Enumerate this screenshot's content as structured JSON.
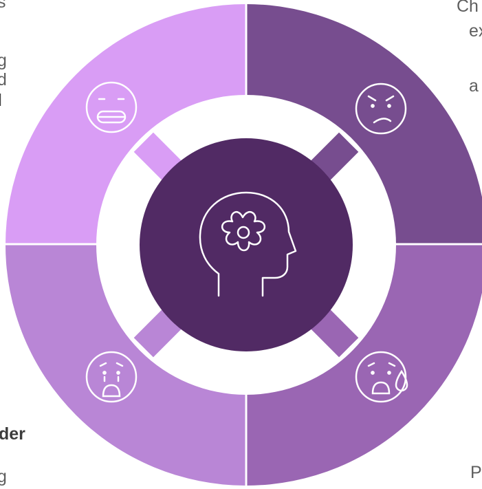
{
  "diagram": {
    "colors": {
      "top_left": "#d99df5",
      "top_right": "#774d8f",
      "bottom_right": "#9a66b3",
      "bottom_left": "#b986d6",
      "center": "#512a64",
      "inner_ring_bg": "#ffffff",
      "line": "#ffffff"
    },
    "icons": {
      "center": "head-with-flower-icon",
      "top_left": "grimacing-face-icon",
      "top_right": "angry-face-icon",
      "bottom_right": "anxious-sweat-face-icon",
      "bottom_left": "fearful-face-icon"
    }
  },
  "edge_text": {
    "left": [
      {
        "text": "s",
        "bold": false
      },
      {
        "text": "g",
        "bold": false
      },
      {
        "text": "d",
        "bold": false
      },
      {
        "text": "l",
        "bold": true
      },
      {
        "text": "der",
        "bold": true
      },
      {
        "text": "g",
        "bold": false
      }
    ],
    "right": [
      {
        "text": "Ch",
        "bold": false
      },
      {
        "text": "ex",
        "bold": false
      },
      {
        "text": "a",
        "bold": false
      },
      {
        "text": "P",
        "bold": false
      }
    ]
  }
}
